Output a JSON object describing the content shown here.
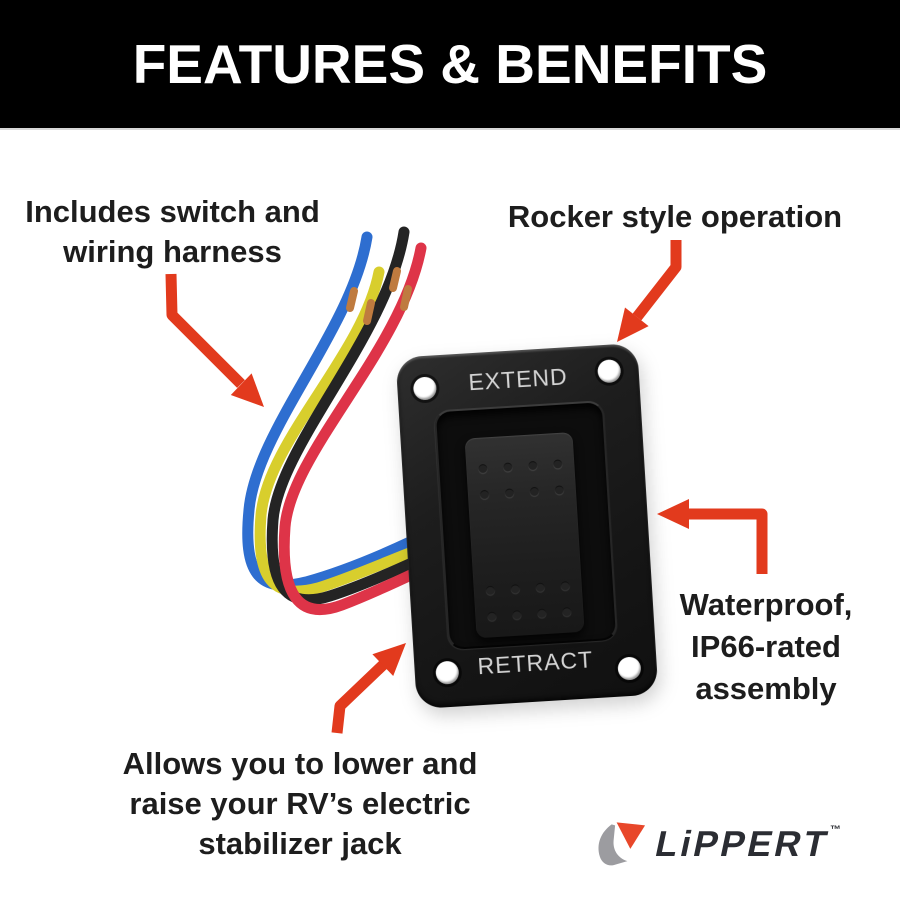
{
  "banner": {
    "title": "FEATURES & BENEFITS"
  },
  "callouts": {
    "harness": {
      "line1": "Includes switch and",
      "line2": "wiring harness"
    },
    "rocker": {
      "line1": "Rocker style operation"
    },
    "waterproof": {
      "line1": "Waterproof,",
      "line2": "IP66-rated",
      "line3": "assembly"
    },
    "jack": {
      "line1": "Allows you to lower and",
      "line2": "raise your RV’s electric",
      "line3": "stabilizer jack"
    }
  },
  "device": {
    "extend_label": "EXTEND",
    "retract_label": "RETRACT",
    "description": "rocker switch on mounting plate with four corner screw holes and four-wire harness"
  },
  "logo": {
    "brand": "LiPPERT",
    "trademark": "™"
  },
  "colors": {
    "banner_bg": "#000000",
    "banner_text": "#ffffff",
    "callout_text": "#1d1d1d",
    "arrow_red": "#e23a1d",
    "panel_black": "#1a1a1a",
    "panel_label_text": "#d4d4d4",
    "wire_blue": "#2e6ed0",
    "wire_yellow": "#d8ce2d",
    "wire_black": "#242424",
    "wire_red": "#de3448",
    "wire_copper": "#bf7b3f",
    "logo_red": "#e8472a",
    "logo_gray": "#9c9ca0",
    "logo_text": "#2b2d33"
  }
}
